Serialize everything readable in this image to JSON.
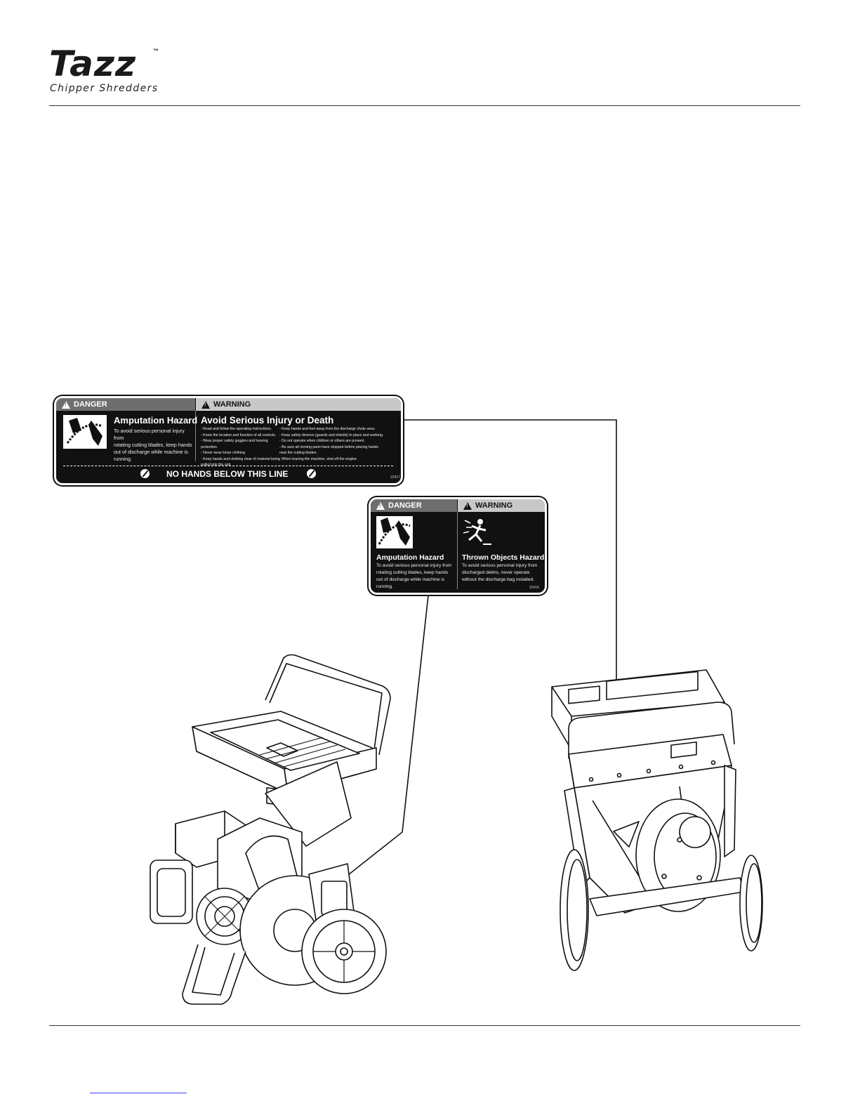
{
  "logo": {
    "brand": "Tazz",
    "tm": "™",
    "tagline": "Chipper Shredders"
  },
  "decal_large": {
    "danger_label": "DANGER",
    "warning_label": "WARNING",
    "danger_title": "Amputation Hazard",
    "danger_text": "To avoid serious personal injury from\nrotating cutting blades, keep hands\nout of discharge while machine is running.",
    "warning_title": "Avoid Serious Injury or Death",
    "warning_col1": "- Read and follow the operating instructions.\n- Know the location and function of all controls.\n- Wear proper safety goggles and hearing protection.\n- Never wear loose clothing.\n- Keep hands and clothing clear of material being\n  pulled into the unit.",
    "warning_col2": "- Keep hands and feet away from the discharge chute area.\n- Keep safety devices (guards and shields) in place and working.\n- Do not operate when children or others are present.\n- Be sure all moving parts have stopped before placing hands\n  near the cutting blades.\n- When leaving the machine, shut off the engine.",
    "bottom_line": "NO HANDS BELOW THIS LINE",
    "code": "22417"
  },
  "decal_small": {
    "danger_label": "DANGER",
    "warning_label": "WARNING",
    "danger_title": "Amputation Hazard",
    "danger_text": "To avoid serious personal injury from\nrotating cutting blades, keep hands\nout of discharge while machine is running.",
    "warning_title": "Thrown Objects Hazard",
    "warning_text": "To avoid serious personal injury from\ndischarged debris, never operate\nwithout the discharge bag installed.",
    "code": "22416"
  },
  "colors": {
    "decal_bg": "#111111",
    "danger_band": "#6e6e6e",
    "warning_band": "#c8c8c8"
  },
  "icons": [
    "warning-triangle-icon",
    "amputation-hand-icon",
    "thrown-objects-icon",
    "no-hands-icon"
  ]
}
